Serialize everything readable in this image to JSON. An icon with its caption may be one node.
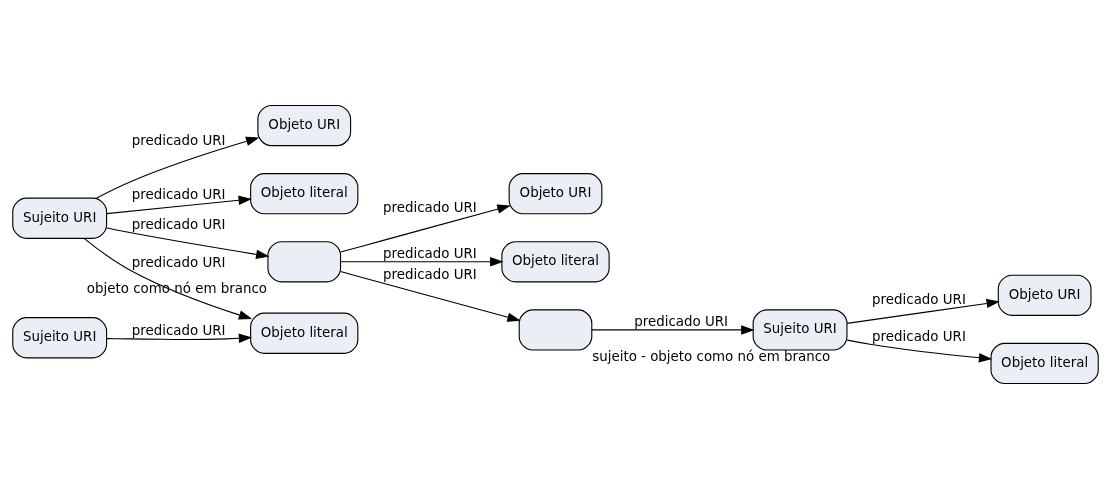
{
  "diagram": {
    "nodes": [
      {
        "text": [
          "Sujeito URI"
        ]
      },
      {
        "text": [
          "Objeto URI"
        ]
      },
      {
        "text": [
          "Objeto literal"
        ]
      },
      {
        "text": [],
        "shape": "box",
        "beside": [
          "objeto como nó em branco"
        ]
      },
      {
        "text": [
          "Objeto URI"
        ]
      },
      {
        "text": [
          "Objeto literal"
        ]
      },
      {
        "text": [],
        "shape": "box",
        "beside": [
          "sujeito - objeto como nó em branco"
        ]
      },
      {
        "text": [
          "Sujeito URI"
        ]
      },
      {
        "text": [
          "Objeto URI"
        ]
      },
      {
        "text": [
          "Objeto literal"
        ]
      },
      {
        "text": [
          "Sujeito URI"
        ]
      },
      {
        "text": [
          "Objeto literal"
        ]
      }
    ],
    "edges": [
      {
        "from": 0,
        "to": 1,
        "arrow": "to",
        "label": "predicado URI"
      },
      {
        "from": 0,
        "to": 2,
        "arrow": "to",
        "label": "predicado URI"
      },
      {
        "from": 0,
        "to": 3,
        "arrow": "to",
        "label": "predicado URI"
      },
      {
        "from": 3,
        "to": 4,
        "arrow": "to",
        "label": "predicado URI"
      },
      {
        "from": 3,
        "to": 5,
        "arrow": "to",
        "label": "predicado URI"
      },
      {
        "from": 3,
        "to": 6,
        "arrow": "to",
        "label": "predicado URI"
      },
      {
        "from": 6,
        "to": 7,
        "arrow": "to",
        "label": "predicado URI"
      },
      {
        "from": 7,
        "to": 8,
        "arrow": "to",
        "label": "predicado URI"
      },
      {
        "from": 7,
        "to": 9,
        "arrow": "to",
        "label": "predicado URI"
      },
      {
        "from": 0,
        "to": 11,
        "arrow": "to",
        "label": "predicado URI"
      },
      {
        "from": 10,
        "to": 11,
        "arrow": "to",
        "label": "predicado URI"
      }
    ]
  }
}
